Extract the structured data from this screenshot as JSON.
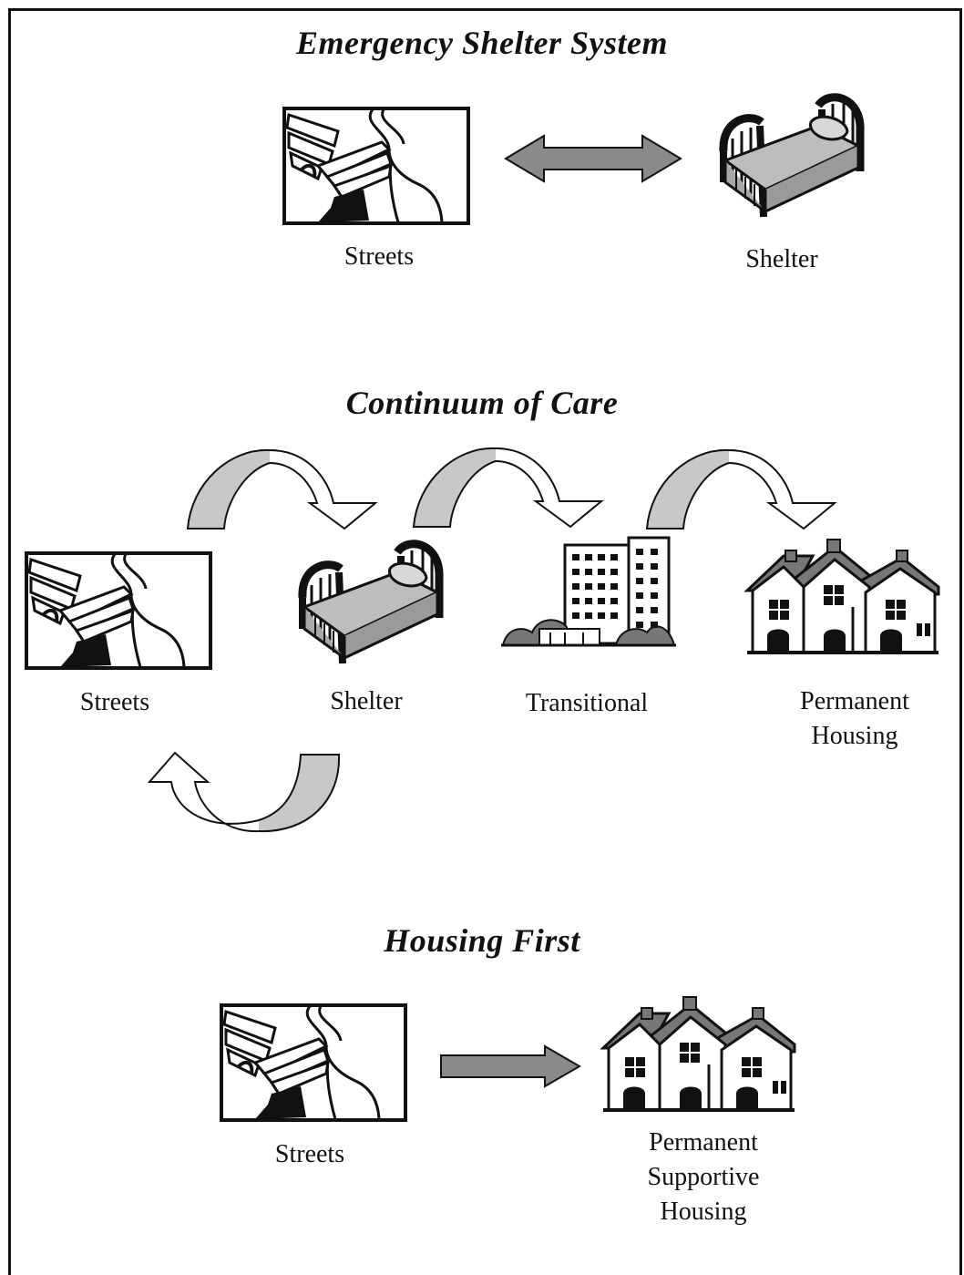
{
  "sections": {
    "emergency": {
      "title": "Emergency Shelter System",
      "labels": {
        "streets": "Streets",
        "shelter": "Shelter"
      }
    },
    "continuum": {
      "title": "Continuum of Care",
      "labels": {
        "streets": "Streets",
        "shelter": "Shelter",
        "transitional": "Transitional",
        "permanent_line1": "Permanent",
        "permanent_line2": "Housing"
      }
    },
    "housing_first": {
      "title": "Housing First",
      "labels": {
        "streets": "Streets",
        "psh_line1": "Permanent",
        "psh_line2": "Supportive",
        "psh_line3": "Housing"
      }
    }
  },
  "colors": {
    "arrow_fill": "#8a8a8a",
    "curve_fill": "#c8c8c8",
    "ink": "#111111"
  }
}
